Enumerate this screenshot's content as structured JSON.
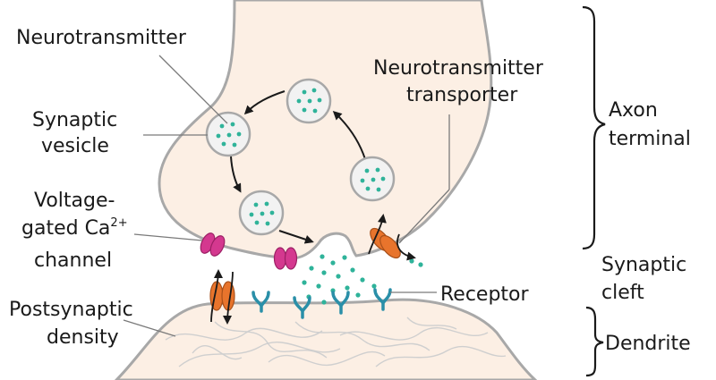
{
  "labels": {
    "neurotransmitter": "Neurotransmitter",
    "synaptic_line1": "Synaptic",
    "synaptic_line2": "vesicle",
    "vgcc_line1": "Voltage-",
    "vgcc_line2": "gated Ca",
    "vgcc_sup": "2+",
    "vgcc_line3": "channel",
    "postsyn_line1": "Postsynaptic",
    "postsyn_line2": "density",
    "transporter_line1": "Neurotransmitter",
    "transporter_line2": "transporter",
    "receptor": "Receptor",
    "axon_line1": "Axon",
    "axon_line2": "terminal",
    "cleft_line1": "Synaptic",
    "cleft_line2": "cleft",
    "dendrite": "Dendrite"
  },
  "colors": {
    "cell_fill": "#fcefe4",
    "membrane": "#a8a8a8",
    "vesicle_fill": "#f2f2f2",
    "neurotransmitter": "#2fb39a",
    "ca_channel": "#d4388f",
    "transporter": "#e8742c",
    "receptor": "#2a8fa8",
    "density": "#cfcfcf"
  }
}
